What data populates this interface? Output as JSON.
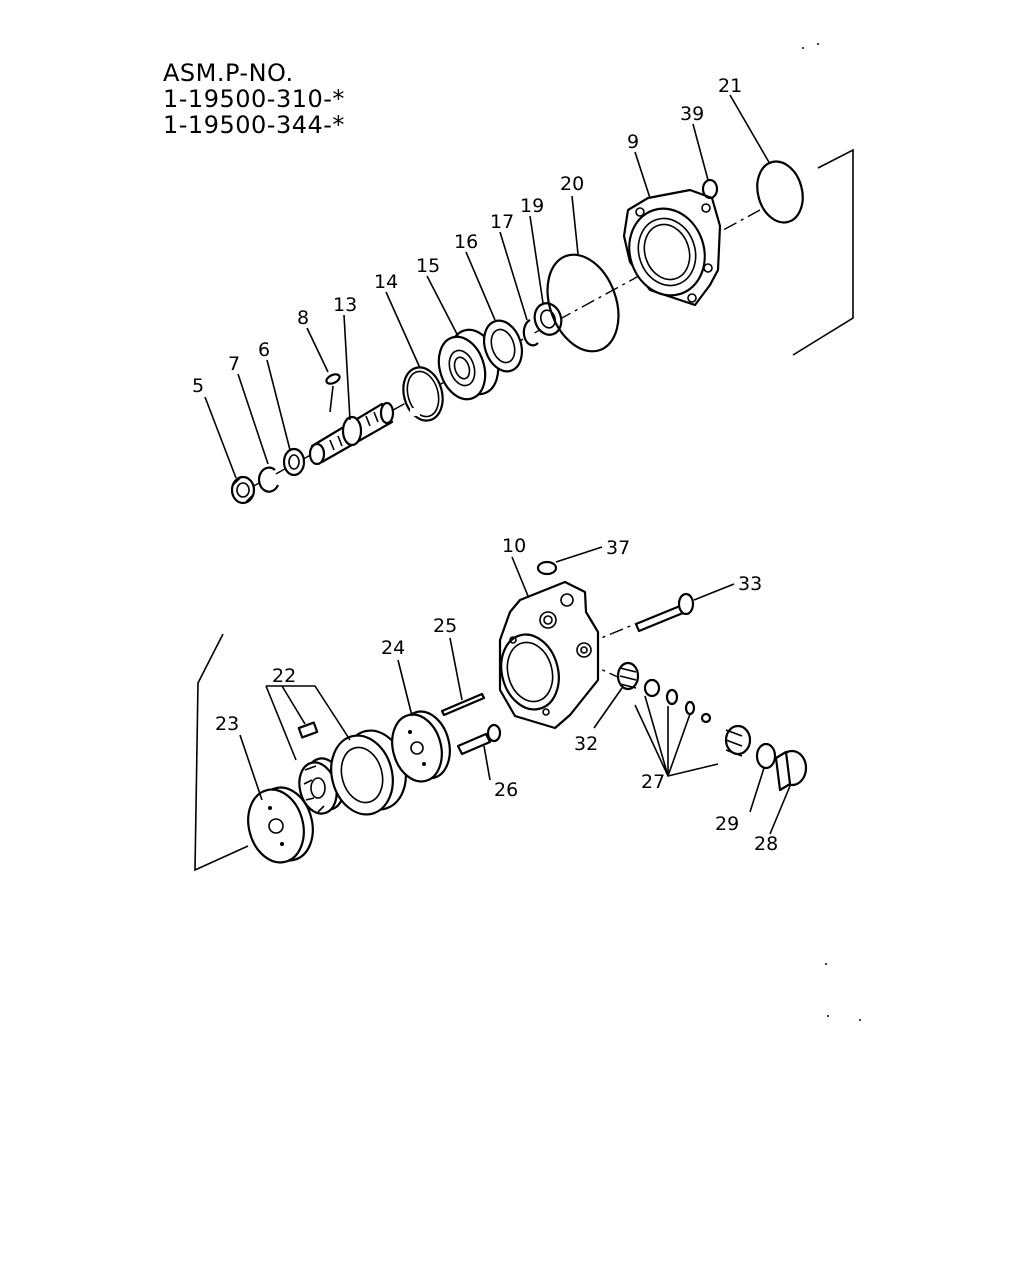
{
  "header": {
    "title": "ASM.P-NO.",
    "part_numbers": [
      "1-19500-310-*",
      "1-19500-344-*"
    ]
  },
  "callouts": {
    "upper": [
      "5",
      "7",
      "6",
      "8",
      "13",
      "14",
      "15",
      "16",
      "17",
      "19",
      "20",
      "9",
      "39",
      "21"
    ],
    "lower": [
      "23",
      "22",
      "24",
      "25",
      "26",
      "10",
      "37",
      "33",
      "32",
      "27",
      "29",
      "28"
    ]
  }
}
